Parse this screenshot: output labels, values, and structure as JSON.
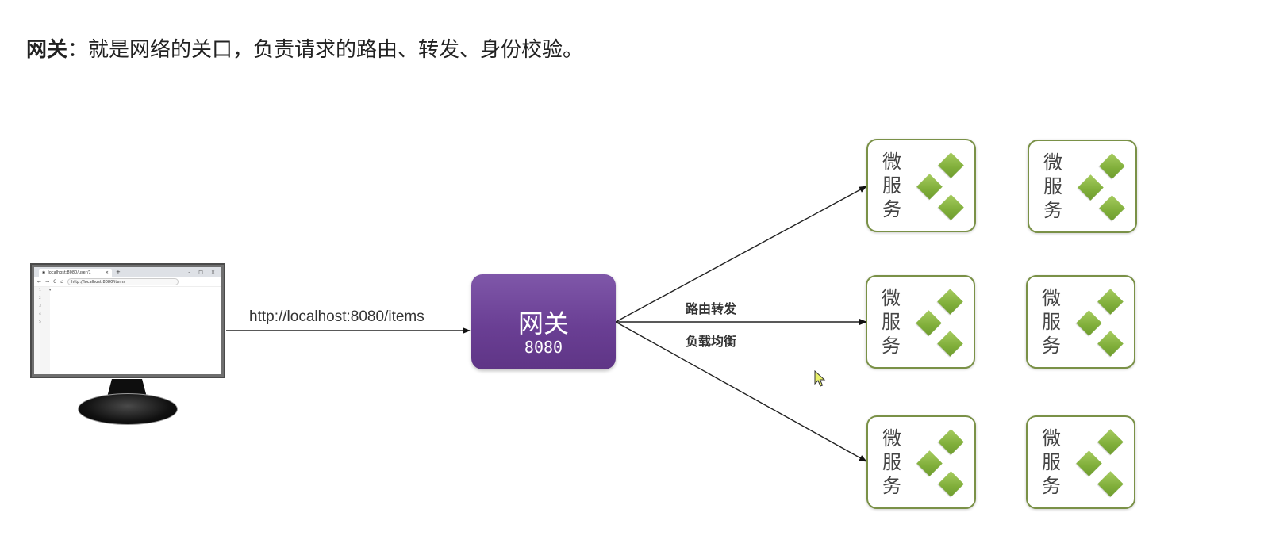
{
  "heading": {
    "term": "网关",
    "definition": "：就是网络的关口，负责请求的路由、转发、身份校验。"
  },
  "browser": {
    "tab_title": "localhost:8080/user/1",
    "tab_close": "×",
    "new_tab": "+",
    "window_controls": [
      "–",
      "□",
      "×"
    ],
    "nav_icons": [
      "←",
      "→",
      "C",
      "⌂"
    ],
    "url": "http://localhost:8080/items",
    "line_numbers": [
      "1",
      "2",
      "3",
      "4",
      "5"
    ],
    "caret": "▾"
  },
  "request_url": "http://localhost:8080/items",
  "gateway": {
    "name": "网关",
    "port": "8080"
  },
  "edge_labels": {
    "routing": "路由转发",
    "load_balance": "负载均衡"
  },
  "microservice_label": "微服务",
  "microservices": [
    {
      "label": "微服务"
    },
    {
      "label": "微服务"
    },
    {
      "label": "微服务"
    },
    {
      "label": "微服务"
    },
    {
      "label": "微服务"
    },
    {
      "label": "微服务"
    }
  ],
  "colors": {
    "gateway": "#6a3f94",
    "service_border": "#7a9147",
    "diamond": "#8ab848"
  }
}
